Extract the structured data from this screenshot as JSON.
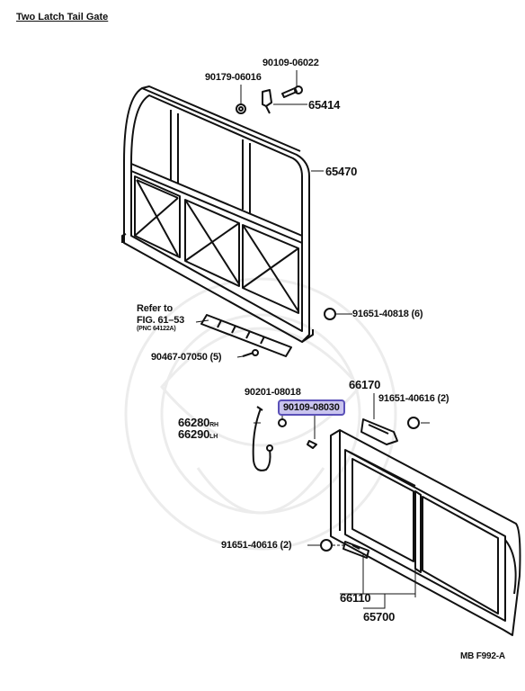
{
  "title": "Two Latch Tail Gate",
  "labels": {
    "p90109_06022": "90109-06022",
    "p90179_06016": "90179-06016",
    "p65414": "65414",
    "p65470": "65470",
    "refer_to": "Refer to",
    "fig": "FIG. 61–53",
    "pnc": "(PNC 64122A)",
    "p91651_40818": "91651-40818 (6)",
    "p90467_07050": "90467-07050 (5)",
    "p66170": "66170",
    "p90201_08018": "90201-08018",
    "p91651_40616a": "91651-40616 (2)",
    "p90109_08030": "90109-08030",
    "p66280": "66280",
    "rh": "RH",
    "p66290": "66290",
    "lh": "LH",
    "p91651_40616b": "91651-40616 (2)",
    "p66110": "66110",
    "p65700": "65700",
    "code": "MB F992-A"
  },
  "highlight_color": "#c9c4ee"
}
